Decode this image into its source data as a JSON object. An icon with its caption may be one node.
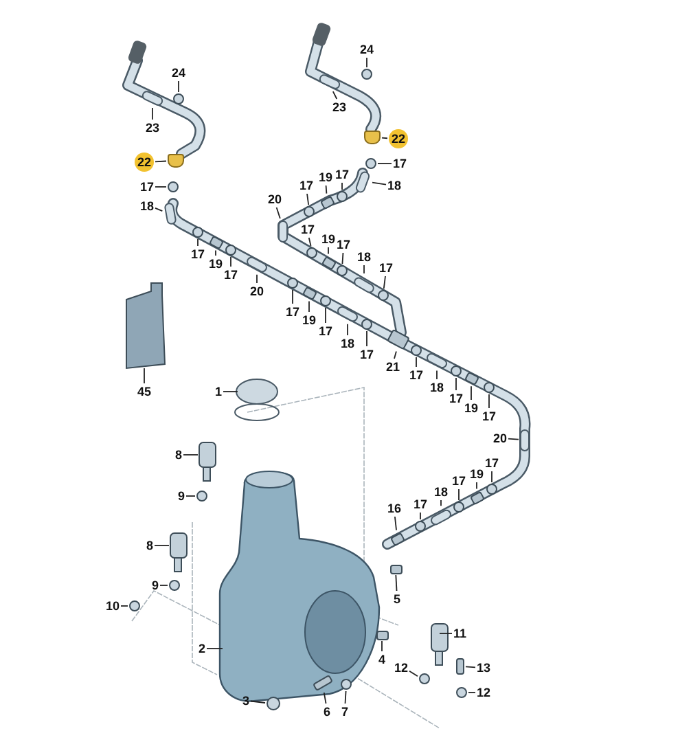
{
  "diagram": {
    "nodes": [
      {
        "text": [
          "24"
        ]
      },
      {
        "text": [
          "24"
        ]
      },
      {
        "text": [
          "23"
        ]
      },
      {
        "text": [
          "23"
        ]
      },
      {
        "text": [
          "22"
        ]
      },
      {
        "text": [
          "22"
        ]
      },
      {
        "text": [
          "17"
        ]
      },
      {
        "text": [
          "17"
        ]
      },
      {
        "text": [
          "17"
        ]
      },
      {
        "text": [
          "18"
        ]
      },
      {
        "text": [
          "19"
        ]
      },
      {
        "text": [
          "17"
        ]
      },
      {
        "text": [
          "18"
        ]
      },
      {
        "text": [
          "20"
        ]
      },
      {
        "text": [
          "17"
        ]
      },
      {
        "text": [
          "19"
        ]
      },
      {
        "text": [
          "17"
        ]
      },
      {
        "text": [
          "17"
        ]
      },
      {
        "text": [
          "19"
        ]
      },
      {
        "text": [
          "18"
        ]
      },
      {
        "text": [
          "17"
        ]
      },
      {
        "text": [
          "17"
        ]
      },
      {
        "text": [
          "20"
        ]
      },
      {
        "text": [
          "17"
        ]
      },
      {
        "text": [
          "19"
        ]
      },
      {
        "text": [
          "17"
        ]
      },
      {
        "text": [
          "18"
        ]
      },
      {
        "text": [
          "17"
        ]
      },
      {
        "text": [
          "21"
        ]
      },
      {
        "text": [
          "17"
        ]
      },
      {
        "text": [
          "45"
        ]
      },
      {
        "text": [
          "1"
        ]
      },
      {
        "text": [
          "18"
        ]
      },
      {
        "text": [
          "17"
        ]
      },
      {
        "text": [
          "19"
        ]
      },
      {
        "text": [
          "17"
        ]
      },
      {
        "text": [
          "20"
        ]
      },
      {
        "text": [
          "8"
        ]
      },
      {
        "text": [
          "17"
        ]
      },
      {
        "text": [
          "19"
        ]
      },
      {
        "text": [
          "17"
        ]
      },
      {
        "text": [
          "18"
        ]
      },
      {
        "text": [
          "9"
        ]
      },
      {
        "text": [
          "17"
        ]
      },
      {
        "text": [
          "16"
        ]
      },
      {
        "text": [
          "8"
        ]
      },
      {
        "text": [
          "9"
        ]
      },
      {
        "text": [
          "5"
        ]
      },
      {
        "text": [
          "10"
        ]
      },
      {
        "text": [
          "11"
        ]
      },
      {
        "text": [
          "2"
        ]
      },
      {
        "text": [
          "4"
        ]
      },
      {
        "text": [
          "12"
        ]
      },
      {
        "text": [
          "13"
        ]
      },
      {
        "text": [
          "12"
        ]
      },
      {
        "text": [
          "3"
        ]
      },
      {
        "text": [
          "6"
        ]
      },
      {
        "text": [
          "7"
        ]
      },
      {
        "text": [],
        "shape": "circle"
      },
      {
        "text": [],
        "shape": "circle"
      },
      {
        "text": [],
        "shape": "bar"
      },
      {
        "text": [],
        "shape": "bar"
      },
      {
        "text": [],
        "shape": "nozzle"
      },
      {
        "text": [],
        "shape": "nozzle"
      },
      {
        "text": [],
        "shape": "circle"
      },
      {
        "text": [],
        "shape": "circle"
      },
      {
        "text": [],
        "shape": "circle"
      },
      {
        "text": [],
        "shape": "bar"
      },
      {
        "text": [],
        "shape": "box"
      },
      {
        "text": [],
        "shape": "circle"
      },
      {
        "text": [],
        "shape": "bar"
      },
      {
        "text": [],
        "shape": "bar"
      },
      {
        "text": [],
        "shape": "circle"
      },
      {
        "text": [],
        "shape": "box"
      },
      {
        "text": [],
        "shape": "circle"
      },
      {
        "text": [],
        "shape": "circle"
      },
      {
        "text": [],
        "shape": "box"
      },
      {
        "text": [],
        "shape": "bar"
      },
      {
        "text": [],
        "shape": "circle"
      },
      {
        "text": [],
        "shape": "circle"
      },
      {
        "text": [],
        "shape": "bar"
      },
      {
        "text": [],
        "shape": "circle"
      },
      {
        "text": [],
        "shape": "box"
      },
      {
        "text": [],
        "shape": "circle"
      },
      {
        "text": [],
        "shape": "bar"
      },
      {
        "text": [],
        "shape": "circle"
      },
      {
        "text": [],
        "shape": "box"
      },
      {
        "text": [],
        "shape": "circle"
      },
      {
        "text": [],
        "shape": "bar"
      },
      {
        "text": [],
        "shape": "circle"
      },
      {
        "text": [],
        "shape": "box"
      },
      {
        "text": [],
        "shape": "circle"
      },
      {
        "text": [],
        "shape": "bar"
      },
      {
        "text": [],
        "shape": "circle"
      },
      {
        "text": [],
        "shape": "box"
      },
      {
        "text": [],
        "shape": "circle"
      },
      {
        "text": [],
        "shape": "bar"
      },
      {
        "text": [],
        "shape": "circle"
      },
      {
        "text": [],
        "shape": "circle"
      },
      {
        "text": [],
        "shape": "box"
      },
      {
        "text": [],
        "shape": "circle"
      },
      {
        "text": [],
        "shape": "box"
      },
      {
        "text": [],
        "shape": "circle"
      },
      {
        "text": [],
        "shape": "box"
      },
      {
        "text": [],
        "shape": "circle"
      },
      {
        "text": [],
        "shape": "box"
      },
      {
        "text": [],
        "shape": "circle"
      },
      {
        "text": [],
        "shape": "circle"
      },
      {
        "text": [],
        "shape": "box"
      },
      {
        "text": [],
        "shape": "circle"
      }
    ],
    "edges": [
      {
        "from": 0,
        "to": 58,
        "arrow": "none"
      },
      {
        "from": 1,
        "to": 59,
        "arrow": "none"
      },
      {
        "from": 2,
        "to": 60,
        "arrow": "none"
      },
      {
        "from": 3,
        "to": 61,
        "arrow": "none"
      },
      {
        "from": 4,
        "to": 62,
        "arrow": "none"
      },
      {
        "from": 5,
        "to": 63,
        "arrow": "none"
      },
      {
        "from": 6,
        "to": 64,
        "arrow": "none"
      },
      {
        "from": 7,
        "to": 65,
        "arrow": "none"
      },
      {
        "from": 8,
        "to": 66,
        "arrow": "none"
      },
      {
        "from": 9,
        "to": 67,
        "arrow": "none"
      },
      {
        "from": 10,
        "to": 68,
        "arrow": "none"
      },
      {
        "from": 11,
        "to": 69,
        "arrow": "none"
      },
      {
        "from": 12,
        "to": 70,
        "arrow": "none"
      },
      {
        "from": 13,
        "to": 71,
        "arrow": "none"
      },
      {
        "from": 14,
        "to": 72,
        "arrow": "none"
      },
      {
        "from": 15,
        "to": 73,
        "arrow": "none"
      },
      {
        "from": 16,
        "to": 74,
        "arrow": "none"
      },
      {
        "from": 17,
        "to": 75,
        "arrow": "none"
      },
      {
        "from": 18,
        "to": 76,
        "arrow": "none"
      },
      {
        "from": 19,
        "to": 77,
        "arrow": "none"
      },
      {
        "from": 20,
        "to": 78,
        "arrow": "none"
      },
      {
        "from": 21,
        "to": 79,
        "arrow": "none"
      },
      {
        "from": 22,
        "to": 80,
        "arrow": "none"
      },
      {
        "from": 23,
        "to": 81,
        "arrow": "none"
      },
      {
        "from": 24,
        "to": 82,
        "arrow": "none"
      },
      {
        "from": 25,
        "to": 83,
        "arrow": "none"
      },
      {
        "from": 26,
        "to": 84,
        "arrow": "none"
      },
      {
        "from": 27,
        "to": 85,
        "arrow": "none"
      },
      {
        "from": 28,
        "to": 86,
        "arrow": "none"
      },
      {
        "from": 29,
        "to": 87,
        "arrow": "none"
      },
      {
        "from": 30,
        "to": null,
        "arrow": "none"
      },
      {
        "from": 31,
        "to": null,
        "arrow": "none"
      },
      {
        "from": 32,
        "to": 88,
        "arrow": "none"
      },
      {
        "from": 33,
        "to": 89,
        "arrow": "none"
      },
      {
        "from": 34,
        "to": 90,
        "arrow": "none"
      },
      {
        "from": 35,
        "to": 91,
        "arrow": "none"
      },
      {
        "from": 36,
        "to": 92,
        "arrow": "none"
      },
      {
        "from": 37,
        "to": null,
        "arrow": "none"
      },
      {
        "from": 38,
        "to": 93,
        "arrow": "none"
      },
      {
        "from": 39,
        "to": 94,
        "arrow": "none"
      },
      {
        "from": 40,
        "to": 95,
        "arrow": "none"
      },
      {
        "from": 41,
        "to": 96,
        "arrow": "none"
      },
      {
        "from": 42,
        "to": 97,
        "arrow": "none"
      },
      {
        "from": 43,
        "to": 98,
        "arrow": "none"
      },
      {
        "from": 44,
        "to": 99,
        "arrow": "none"
      },
      {
        "from": 45,
        "to": null,
        "arrow": "none"
      },
      {
        "from": 46,
        "to": 100,
        "arrow": "none"
      },
      {
        "from": 47,
        "to": 101,
        "arrow": "none"
      },
      {
        "from": 48,
        "to": 102,
        "arrow": "none"
      },
      {
        "from": 49,
        "to": null,
        "arrow": "none"
      },
      {
        "from": 50,
        "to": null,
        "arrow": "none"
      },
      {
        "from": 51,
        "to": 103,
        "arrow": "none"
      },
      {
        "from": 52,
        "to": 104,
        "arrow": "none"
      },
      {
        "from": 53,
        "to": 105,
        "arrow": "none"
      },
      {
        "from": 54,
        "to": 106,
        "arrow": "none"
      },
      {
        "from": 55,
        "to": 107,
        "arrow": "none"
      },
      {
        "from": 56,
        "to": 108,
        "arrow": "none"
      },
      {
        "from": 57,
        "to": 109,
        "arrow": "none"
      }
    ]
  }
}
